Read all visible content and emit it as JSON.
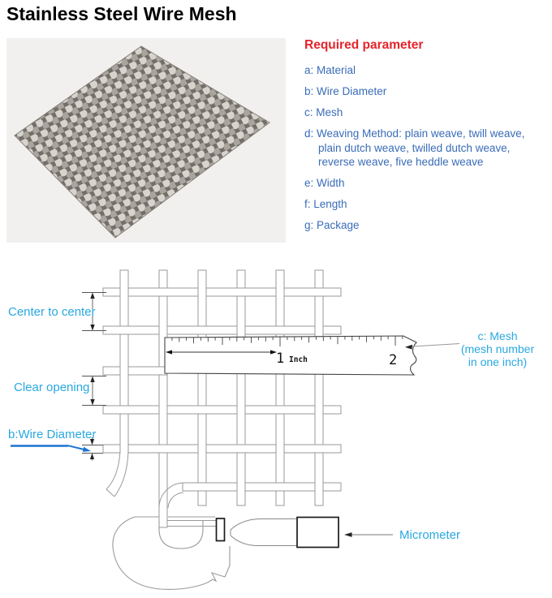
{
  "title": "Stainless Steel Wire Mesh",
  "parameters": {
    "heading": "Required parameter",
    "items": [
      "a: Material",
      "b: Wire Diameter",
      "c: Mesh",
      "d: Weaving Method: plain weave, twill weave, plain dutch weave, twilled dutch weave, reverse weave, five heddle weave",
      "e: Width",
      "f: Length",
      "g: Package"
    ]
  },
  "diagram": {
    "labels": {
      "center_to_center": "Center to center",
      "clear_opening": "Clear opening",
      "wire_diameter": "b:Wire Diameter",
      "mesh_line1": "c: Mesh",
      "mesh_line2": "(mesh number",
      "mesh_line3": "in one inch)",
      "micrometer": "Micrometer"
    },
    "ruler": {
      "mark_1": "1",
      "unit": "Inch",
      "mark_2": "2"
    }
  },
  "colors": {
    "accent_cyan": "#29a8e0",
    "list_blue": "#3a6cb8",
    "heading_red": "#e5242b",
    "leader_blue": "#1b74d2"
  }
}
